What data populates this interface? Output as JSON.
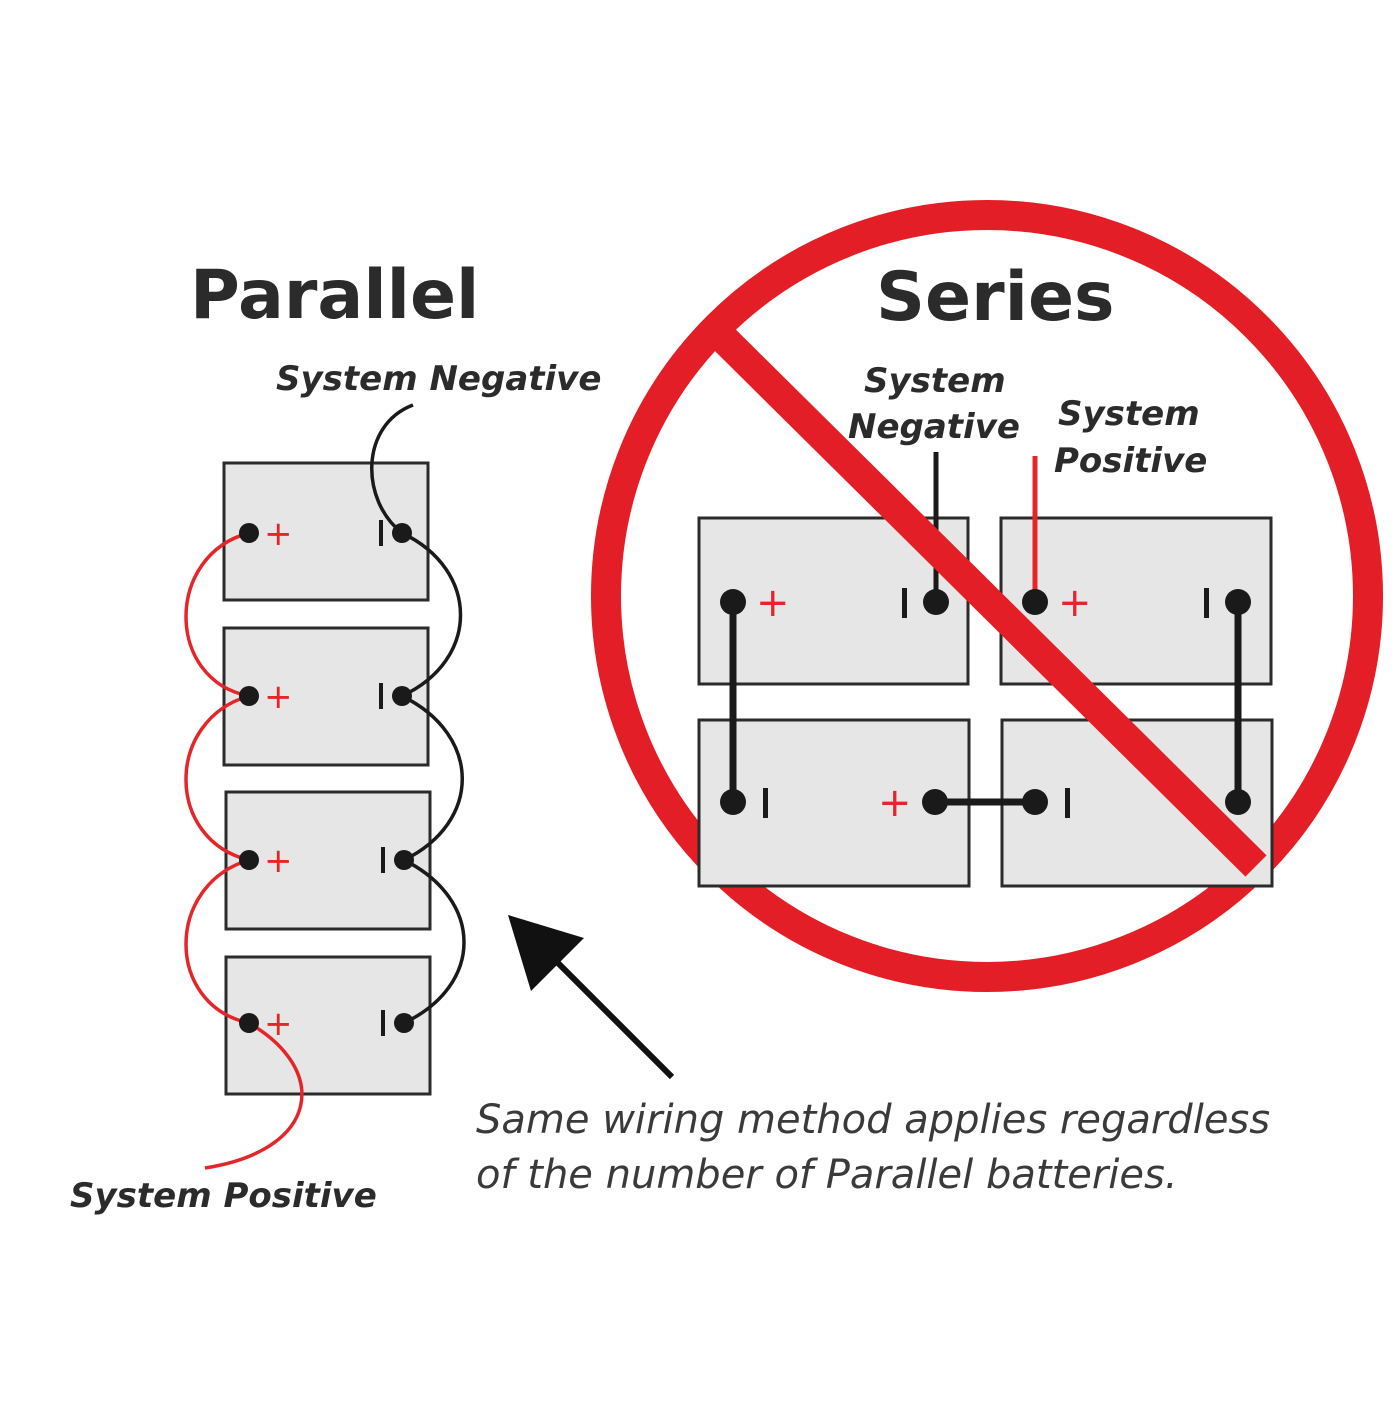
{
  "parallel": {
    "title": "Parallel",
    "label_negative": "System Negative",
    "label_positive": "System Positive",
    "battery_count": 4
  },
  "series": {
    "title": "Series",
    "label_negative_line1": "System",
    "label_negative_line2": "Negative",
    "label_positive_line1": "System",
    "label_positive_line2": "Positive"
  },
  "note": {
    "line1": "Same wiring method applies regardless",
    "line2": "of the number of Parallel batteries."
  },
  "symbols": {
    "positive": "+",
    "negative": "|"
  },
  "colors": {
    "battery_fill": "#e6e6e6",
    "battery_stroke": "#2b2b2b",
    "positive_wire": "#e4252a",
    "negative_wire": "#1a1a1a",
    "prohibition": "#e41e26",
    "text": "#2b2b2b"
  },
  "icons": [
    "no-symbol-icon",
    "arrow-icon"
  ]
}
